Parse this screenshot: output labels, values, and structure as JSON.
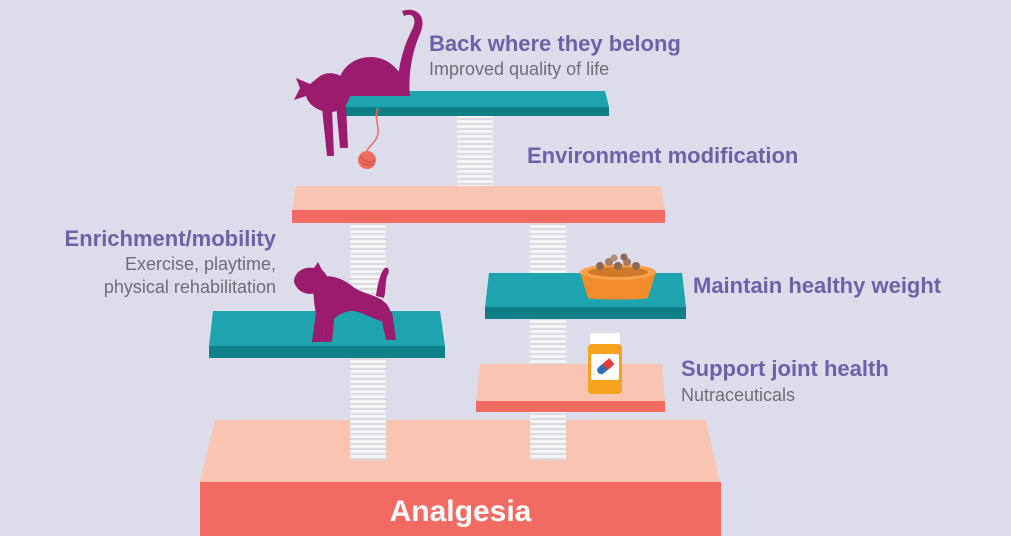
{
  "labels": {
    "back_where_title": "Back where they belong",
    "back_where_sub": "Improved quality of life",
    "environment_title": "Environment modification",
    "enrichment_title": "Enrichment/mobility",
    "enrichment_sub_1": "Exercise, playtime,",
    "enrichment_sub_2": "physical rehabilitation",
    "weight_title": "Maintain healthy weight",
    "joint_title": "Support joint health",
    "joint_sub": "Nutraceuticals",
    "base": "Analgesia"
  },
  "icons": [
    "cat-sitting-icon",
    "yarn-ball-icon",
    "cat-stretching-icon",
    "food-bowl-icon",
    "pill-bottle-icon"
  ],
  "colors": {
    "background": "#dcdceb",
    "teal_shelf": "#1ea4ae",
    "peach_shelf": "#f9c4b2",
    "coral": "#f16b62",
    "cat": "#9b1b6e",
    "title_text": "#6b63a8",
    "sub_text": "#6e6e78"
  }
}
